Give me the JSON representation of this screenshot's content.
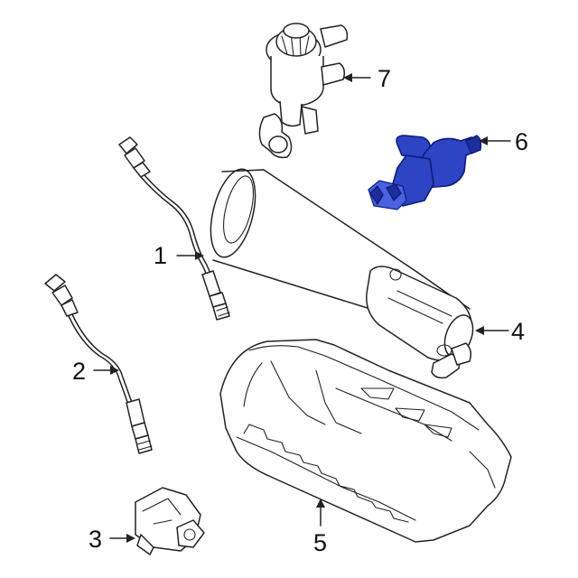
{
  "diagram": {
    "callouts": [
      {
        "id": "1",
        "label": "1"
      },
      {
        "id": "2",
        "label": "2"
      },
      {
        "id": "3",
        "label": "3"
      },
      {
        "id": "4",
        "label": "4"
      },
      {
        "id": "5",
        "label": "5"
      },
      {
        "id": "6",
        "label": "6"
      },
      {
        "id": "7",
        "label": "7"
      }
    ],
    "highlight_color": "#2d44c4",
    "line_color": "#222222"
  }
}
